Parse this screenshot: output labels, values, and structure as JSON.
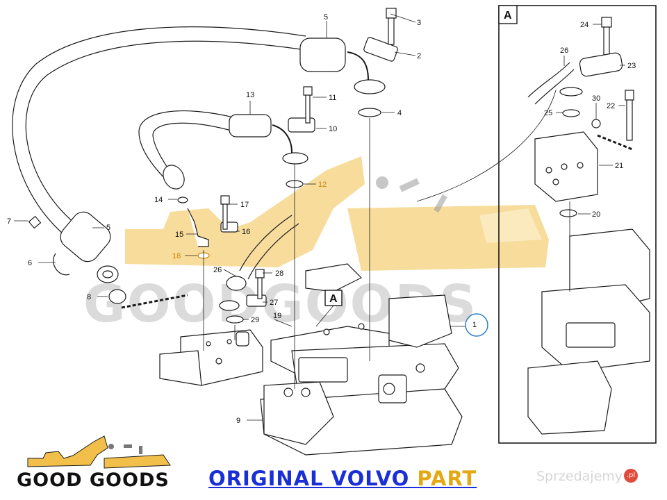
{
  "diagram": {
    "inset_label": "A",
    "detail_marker": "A",
    "watermark_text": "GOODGOODS",
    "callouts": [
      "1",
      "2",
      "3",
      "4",
      "5",
      "5",
      "6",
      "7",
      "8",
      "9",
      "10",
      "11",
      "12",
      "13",
      "14",
      "15",
      "16",
      "17",
      "18",
      "19",
      "20",
      "21",
      "22",
      "23",
      "24",
      "25",
      "26",
      "26",
      "27",
      "28",
      "29",
      "30"
    ]
  },
  "footer": {
    "brand": "GOOD GOODS",
    "title_main": "ORIGINAL VOLVO ",
    "title_accent": "PART",
    "marketplace": "Sprzedajemy",
    "marketplace_badge": ".pl"
  },
  "colors": {
    "line": "#1a1a1a",
    "highlight_circle": "#2f7fd0",
    "watermark_yellow": "#f2c04a",
    "watermark_gray": "#cfcfcf",
    "title_blue": "#1a2fd6",
    "title_accent": "#e4a813"
  }
}
